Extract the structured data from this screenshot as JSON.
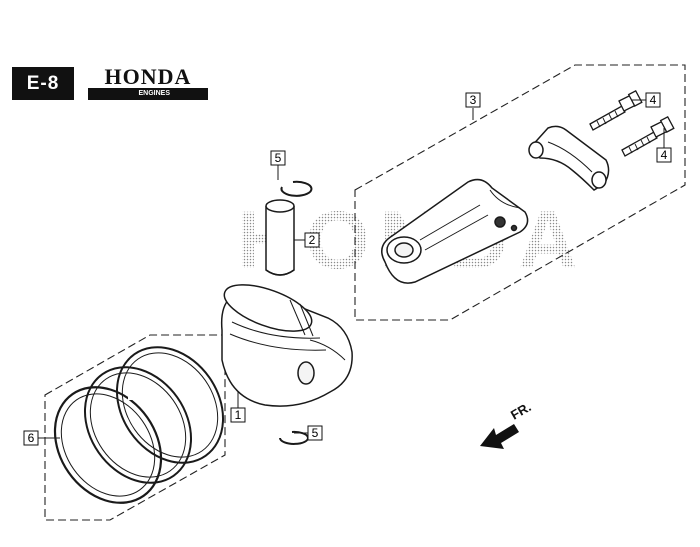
{
  "header": {
    "section_code": "E-8",
    "brand_name": "HONDA",
    "brand_sub": "ENGINES"
  },
  "watermark": {
    "text": "HONDA"
  },
  "callouts": [
    {
      "id": "1",
      "label": "1"
    },
    {
      "id": "2",
      "label": "2"
    },
    {
      "id": "3",
      "label": "3"
    },
    {
      "id": "4a",
      "label": "4"
    },
    {
      "id": "4b",
      "label": "4"
    },
    {
      "id": "5a",
      "label": "5"
    },
    {
      "id": "5b",
      "label": "5"
    },
    {
      "id": "6",
      "label": "6"
    }
  ],
  "direction": {
    "label": "FR."
  }
}
